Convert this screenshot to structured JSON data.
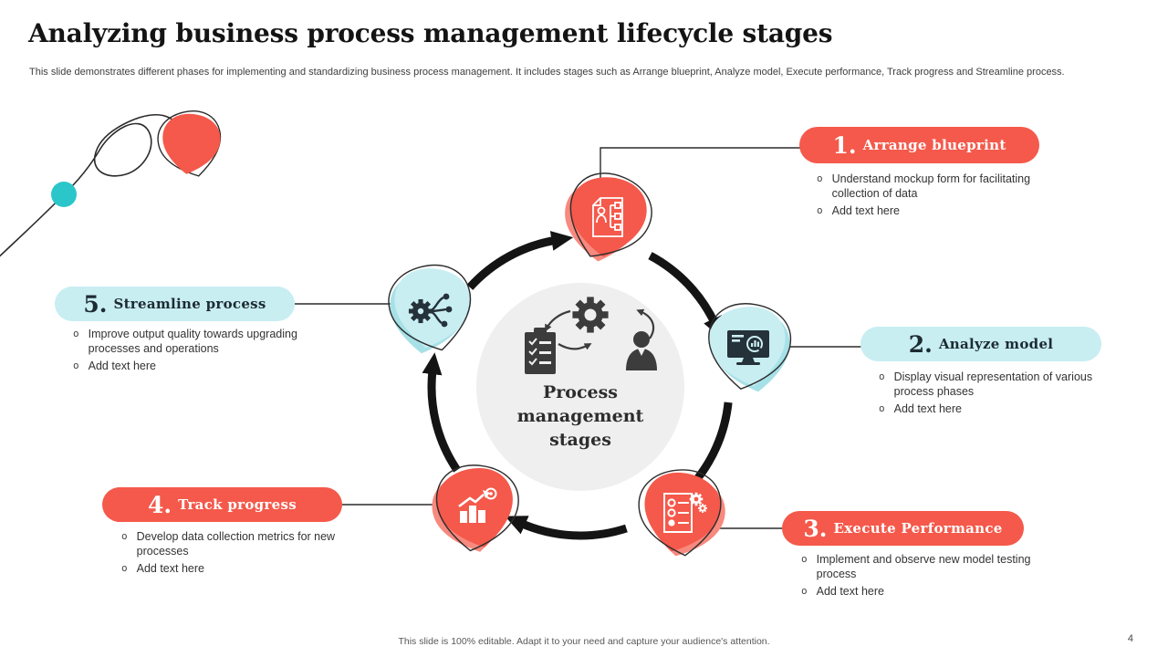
{
  "slide": {
    "title": "Analyzing business process management lifecycle stages",
    "subtitle": "This slide demonstrates different phases for implementing and standardizing business process management. It includes stages such as Arrange blueprint, Analyze model, Execute performance, Track progress and Streamline process.",
    "footer_note": "This slide is 100% editable.  Adapt it to your need and capture your audience's attention.",
    "page_number": "4"
  },
  "center": {
    "label": "Process management stages",
    "icon": "clipboard-gear-person-icon"
  },
  "ui": {
    "bullet_marker": "o"
  },
  "colors": {
    "accent_red": "#F4594B",
    "accent_red_shadow": "#F7897E",
    "accent_cyan": "#C8EEF2",
    "accent_cyan_shadow": "#A6E1E7",
    "teal_dot": "#2BC6CA",
    "arrow_black": "#141414",
    "center_circle_gray": "#EFEFEF",
    "icon_dark": "#25323A"
  },
  "stages": [
    {
      "number_label": "1.",
      "title": "Arrange blueprint",
      "icon": "document-workflow-icon",
      "bullets": [
        "Understand  mockup form  for facilitating  collection of data",
        "Add text here"
      ]
    },
    {
      "number_label": "2.",
      "title": "Analyze model",
      "icon": "monitor-analysis-icon",
      "bullets": [
        "Display visual  representation  of various  process  phases",
        "Add text here"
      ]
    },
    {
      "number_label": "3.",
      "title": "Execute Performance",
      "icon": "checklist-gear-icon",
      "bullets": [
        "Implement  and observe  new model testing process",
        "Add text here"
      ]
    },
    {
      "number_label": "4.",
      "title": "Track progress",
      "icon": "growth-chart-icon",
      "bullets": [
        "Develop  data  collection metrics for new  processes",
        "Add text here"
      ]
    },
    {
      "number_label": "5.",
      "title": "Streamline process",
      "icon": "gear-network-icon",
      "bullets": [
        "Improve  output  quality  towards upgrading  processes  and operations",
        "Add text here"
      ]
    }
  ]
}
